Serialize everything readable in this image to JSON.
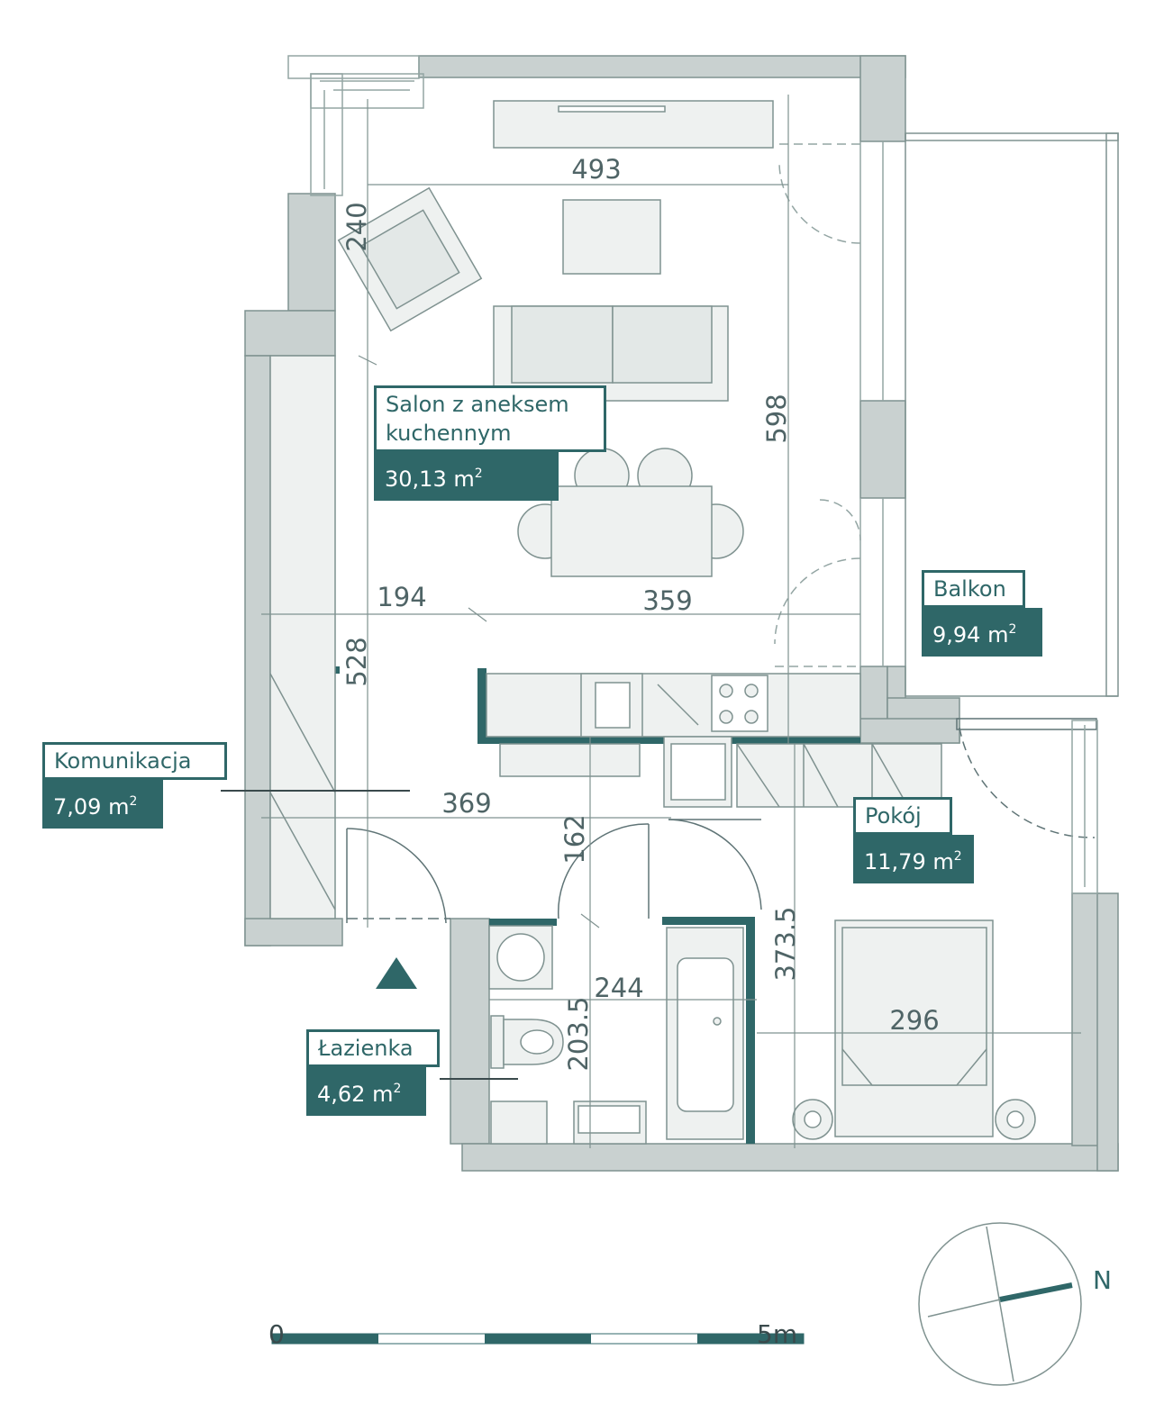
{
  "rooms": [
    {
      "name_lines": [
        "Salon z aneksem",
        "kuchennym"
      ],
      "area_value": "30,13 m",
      "area_unit_exp": "2"
    },
    {
      "name_lines": [
        "Balkon"
      ],
      "area_value": "9,94 m",
      "area_unit_exp": "2"
    },
    {
      "name_lines": [
        "Komunikacja"
      ],
      "area_value": "7,09 m",
      "area_unit_exp": "2"
    },
    {
      "name_lines": [
        "Pokój"
      ],
      "area_value": "11,79 m",
      "area_unit_exp": "2"
    },
    {
      "name_lines": [
        "Łazienka"
      ],
      "area_value": "4,62 m",
      "area_unit_exp": "2"
    }
  ],
  "dimensions": [
    "493",
    "240",
    "598",
    "194",
    "359",
    "528",
    "369",
    "162",
    "373.5",
    "244",
    "203.5",
    "296"
  ],
  "scale": {
    "start": "0",
    "end": "5m"
  },
  "compass": {
    "north_label": "N"
  },
  "colors": {
    "wall": "#c9d1d0",
    "wall_outline": "#7f9290",
    "furniture": "#eef1f0",
    "accent": "#2f6768",
    "line": "#93a5a3"
  }
}
